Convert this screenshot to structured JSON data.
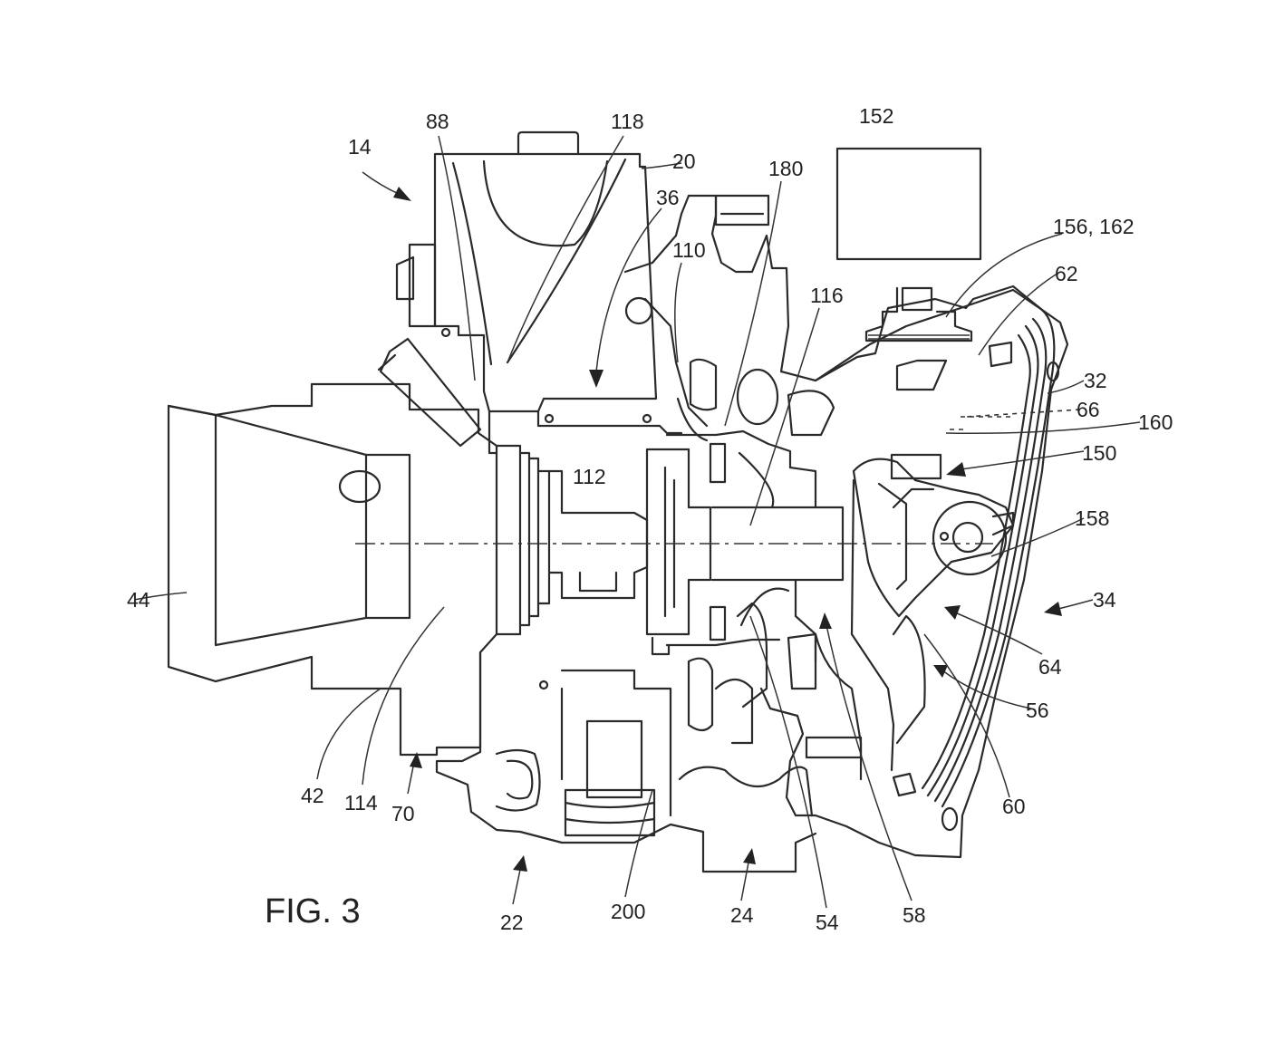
{
  "figure": {
    "caption": "FIG. 3"
  },
  "callouts": [
    {
      "id": "c14",
      "text": "14"
    },
    {
      "id": "c88",
      "text": "88"
    },
    {
      "id": "c118",
      "text": "118"
    },
    {
      "id": "c20",
      "text": "20"
    },
    {
      "id": "c36",
      "text": "36"
    },
    {
      "id": "c110",
      "text": "110"
    },
    {
      "id": "c180",
      "text": "180"
    },
    {
      "id": "c152",
      "text": "152"
    },
    {
      "id": "c156",
      "text": "156, 162"
    },
    {
      "id": "c62",
      "text": "62"
    },
    {
      "id": "c116",
      "text": "116"
    },
    {
      "id": "c32",
      "text": "32"
    },
    {
      "id": "c66",
      "text": "66"
    },
    {
      "id": "c160",
      "text": "160"
    },
    {
      "id": "c150",
      "text": "150"
    },
    {
      "id": "c112",
      "text": "112"
    },
    {
      "id": "c158",
      "text": "158"
    },
    {
      "id": "c44",
      "text": "44"
    },
    {
      "id": "c34",
      "text": "34"
    },
    {
      "id": "c64",
      "text": "64"
    },
    {
      "id": "c56",
      "text": "56"
    },
    {
      "id": "c60",
      "text": "60"
    },
    {
      "id": "c42",
      "text": "42"
    },
    {
      "id": "c114",
      "text": "114"
    },
    {
      "id": "c70",
      "text": "70"
    },
    {
      "id": "c22",
      "text": "22"
    },
    {
      "id": "c200",
      "text": "200"
    },
    {
      "id": "c24",
      "text": "24"
    },
    {
      "id": "c54",
      "text": "54"
    },
    {
      "id": "c58",
      "text": "58"
    }
  ]
}
